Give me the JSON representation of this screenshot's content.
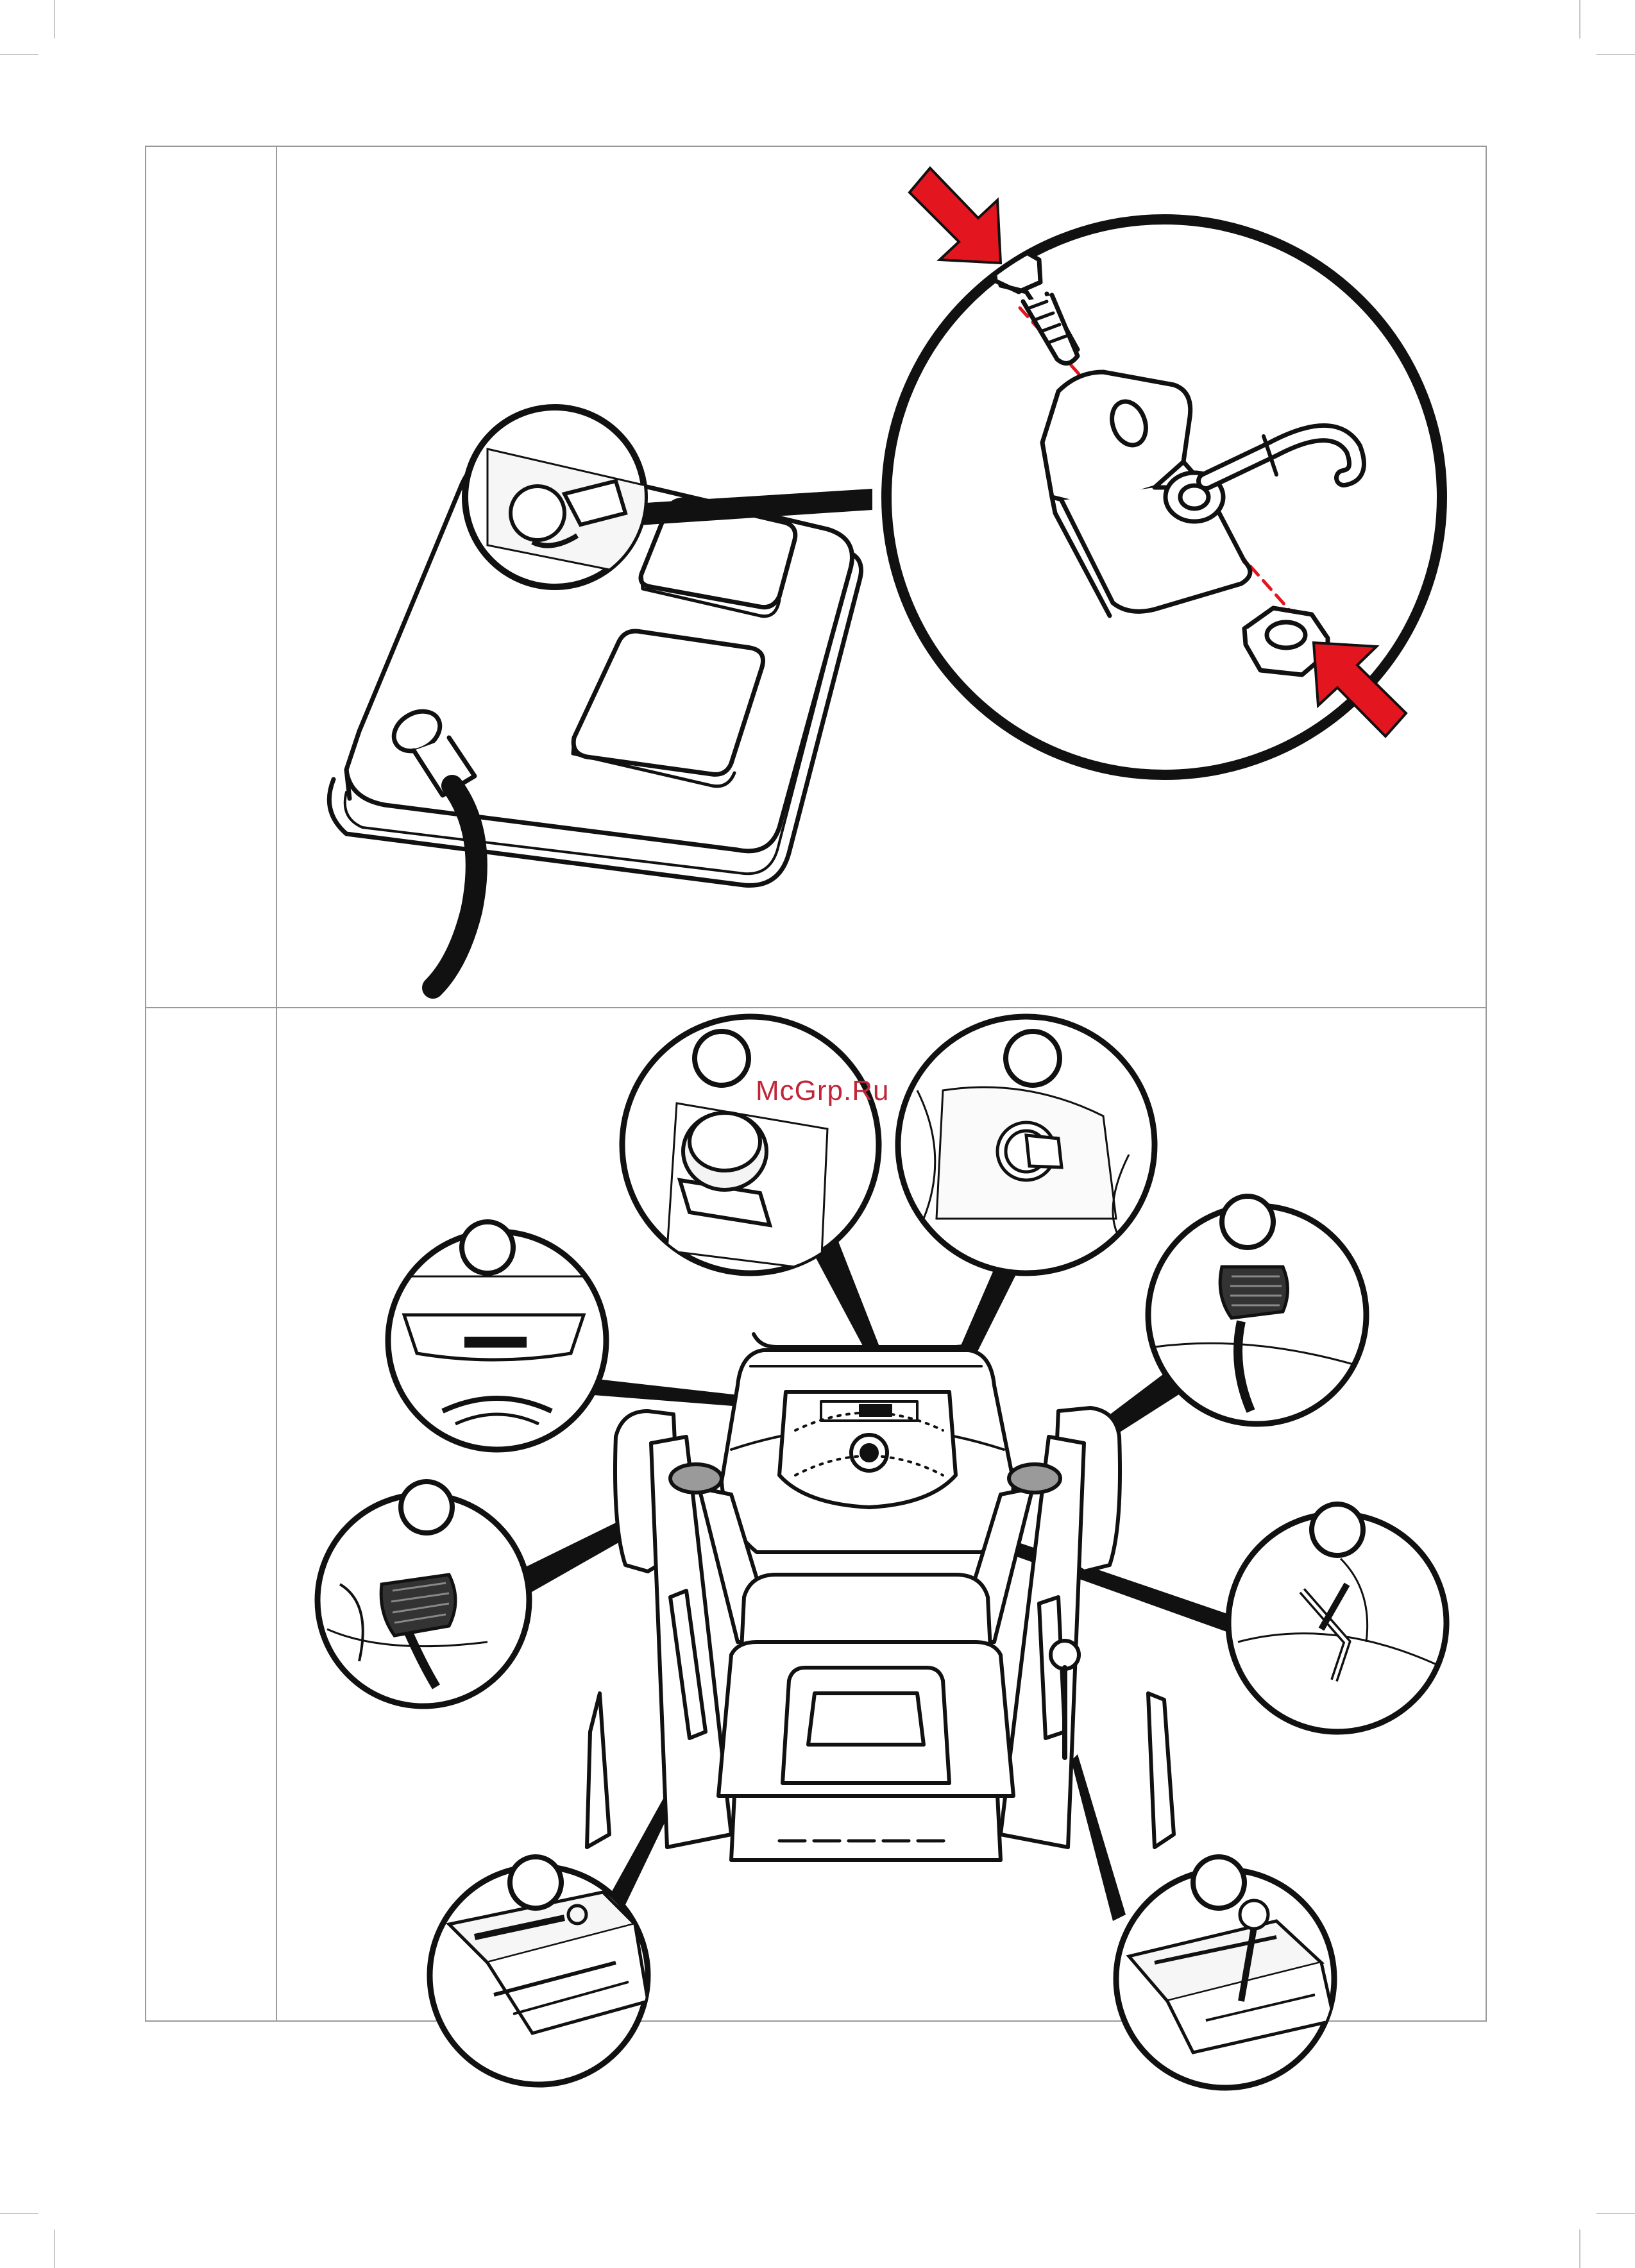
{
  "watermark": {
    "text": "McGrp.Ru",
    "color": "#c0263a"
  },
  "colors": {
    "arrow": "#e3151f",
    "leader": "#e3151f",
    "ink": "#111111",
    "frame": "#9a9a9a"
  },
  "figures": [
    {
      "name": "fuel-tank-mounting",
      "parts": [
        "fuel-tank",
        "hose",
        "bolt",
        "bracket",
        "nut",
        "hook"
      ]
    },
    {
      "name": "tractor-controls-overview",
      "callouts": 8
    }
  ]
}
